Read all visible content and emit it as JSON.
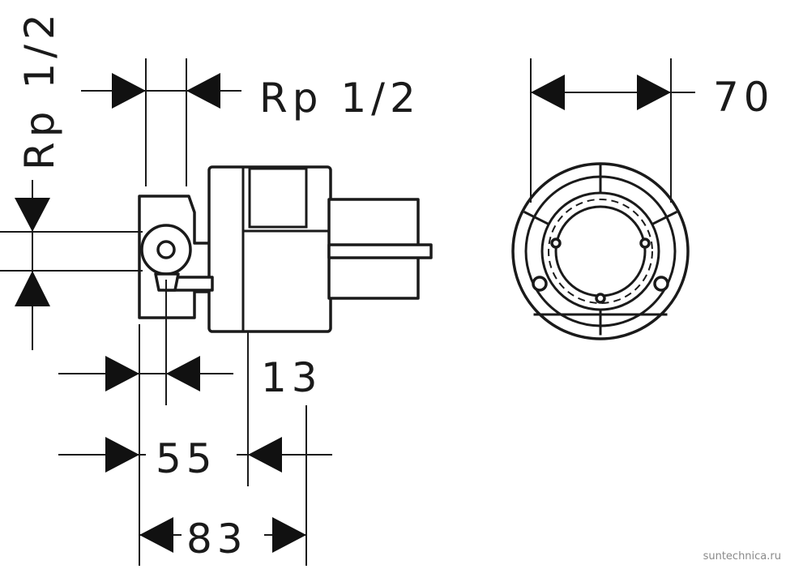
{
  "dimensions": {
    "pipe_thread_horizontal": "Rp 1/2",
    "pipe_thread_vertical": "Rp 1/2",
    "depth_13": "13",
    "depth_55": "55",
    "depth_83": "83",
    "diameter_70": "70"
  },
  "watermark": "suntechnica.ru",
  "colors": {
    "line": "#1a1a1a",
    "background": "#ffffff",
    "watermark": "#8a8a8a"
  }
}
